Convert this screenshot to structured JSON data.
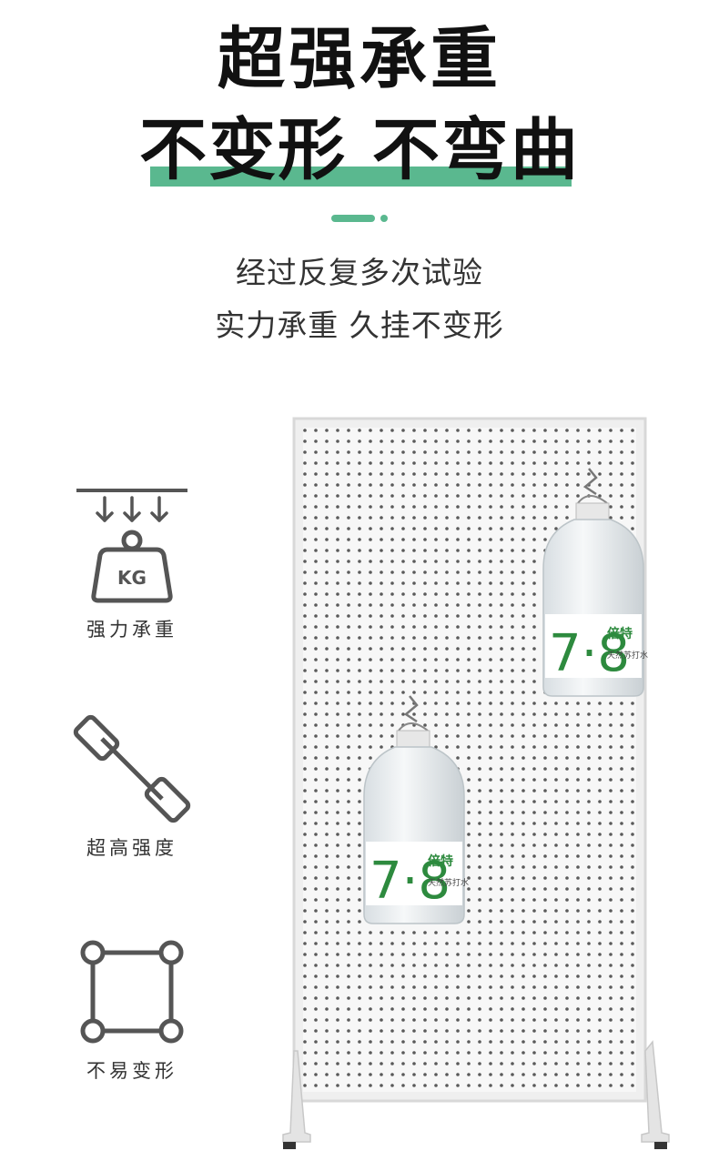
{
  "headline": {
    "line1": "超强承重",
    "line2": "不变形 不弯曲"
  },
  "subtitle": {
    "line1": "经过反复多次试验",
    "line2": "实力承重  久挂不变形"
  },
  "features": [
    {
      "icon": "weight-kg-icon",
      "icon_text": "KG",
      "label": "强力承重"
    },
    {
      "icon": "dumbbell-icon",
      "label": "超高强度"
    },
    {
      "icon": "square-nodes-icon",
      "label": "不易变形"
    }
  ],
  "product": {
    "bottle_number": "7·8",
    "bottle_brand": "倍特",
    "bottle_desc": "天然苏打水"
  },
  "colors": {
    "accent": "#5ab88f",
    "icon": "#555555",
    "bottle_label_green": "#2d8a3e"
  }
}
